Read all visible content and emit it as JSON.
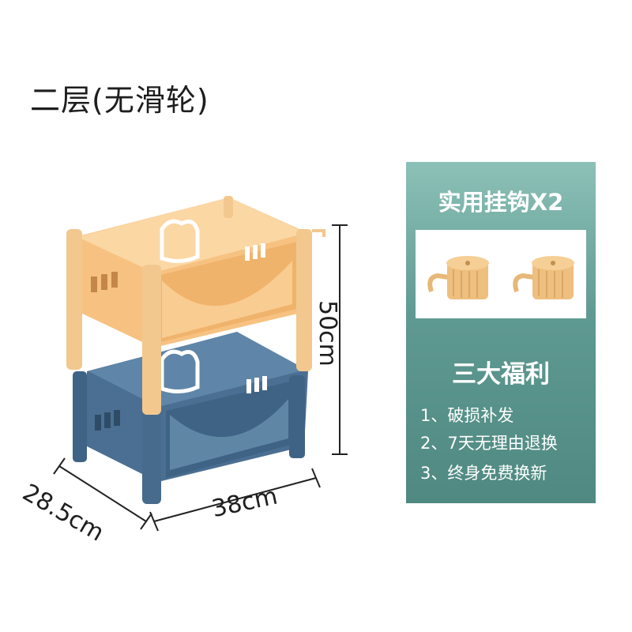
{
  "title": "二层(无滑轮)",
  "dimensions": {
    "height": "50cm",
    "width": "38cm",
    "depth": "28.5cm"
  },
  "panel": {
    "hooks_title": "实用挂钩X2",
    "benefits_title": "三大福利",
    "benefits": [
      "1、破损补发",
      "2、7天无理由退换",
      "3、终身免费换新"
    ]
  },
  "colors": {
    "panel_teal": "#5f9a92",
    "orange_tier": "#f7c281",
    "blue_tier": "#4b6f92"
  }
}
